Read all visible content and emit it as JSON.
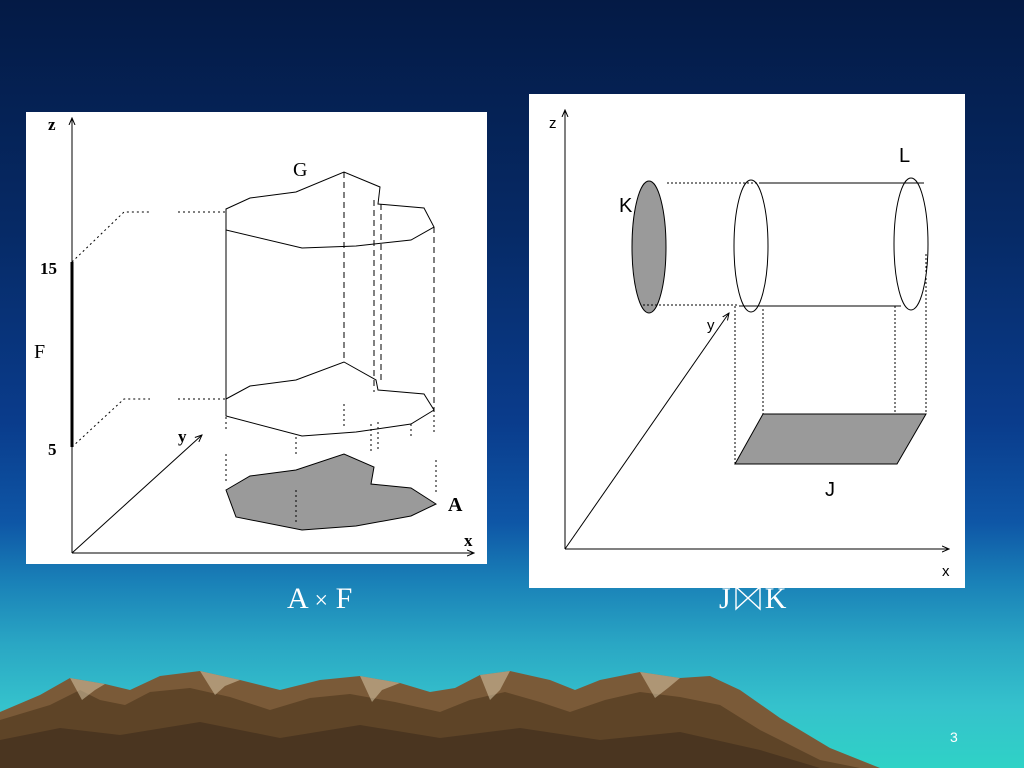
{
  "slide": {
    "page_number": "3"
  },
  "left_figure": {
    "axis_z": "z",
    "axis_x": "x",
    "axis_y": "y",
    "tick_high": "15",
    "tick_low": "5",
    "interval_label": "F",
    "top_label": "G",
    "region_label": "A"
  },
  "right_figure": {
    "axis_z": "z",
    "axis_x": "x",
    "axis_y": "y",
    "disk_label": "K",
    "cylinder_label": "L",
    "region_label": "J"
  },
  "captions": {
    "left_a": "A",
    "left_op": "×",
    "left_b": "F",
    "right_a": "J",
    "right_op_icon": "bowtie-join-icon",
    "right_b": "K"
  },
  "colors": {
    "shade": "#9a9a9a",
    "background_top": "#041a45",
    "background_bottom": "#2fd2c6"
  }
}
